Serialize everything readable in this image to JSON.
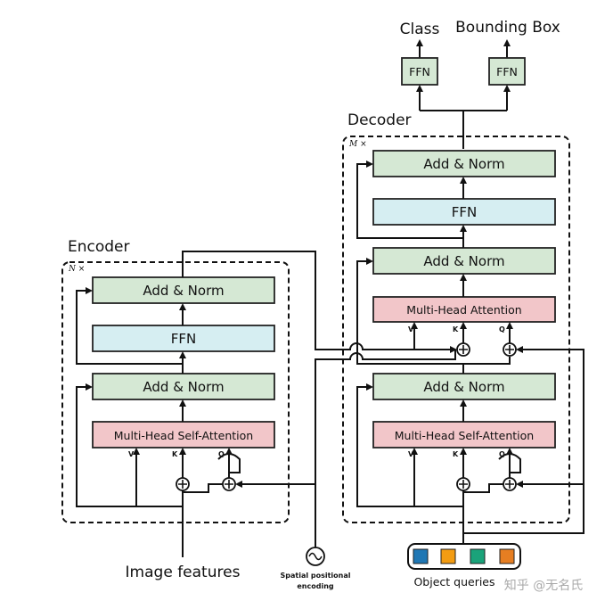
{
  "labels": {
    "class": "Class",
    "bounding_box": "Bounding Box",
    "decoder": "Decoder",
    "encoder": "Encoder",
    "decoder_mult": "M ×",
    "encoder_mult": "N ×",
    "image_features": "Image features",
    "spatial_line1": "Spatial  positional",
    "spatial_line2": "encoding",
    "object_queries": "Object  queries",
    "watermark": "知乎 @无名氏"
  },
  "blocks": {
    "ffn": "FFN",
    "add_norm": "Add & Norm",
    "mha": "Multi-Head  Attention",
    "mhsa": "Multi-Head  Self-Attention"
  },
  "ports": {
    "v": "V",
    "k": "K",
    "q": "Q"
  },
  "colors": {
    "add_norm": "#d5e8d4",
    "ffn_block": "#d6eef2",
    "attention": "#f2c6c9",
    "query_1": "#1f77b4",
    "query_2": "#f39c12",
    "query_3": "#1aa37a",
    "query_4": "#e67e22"
  }
}
